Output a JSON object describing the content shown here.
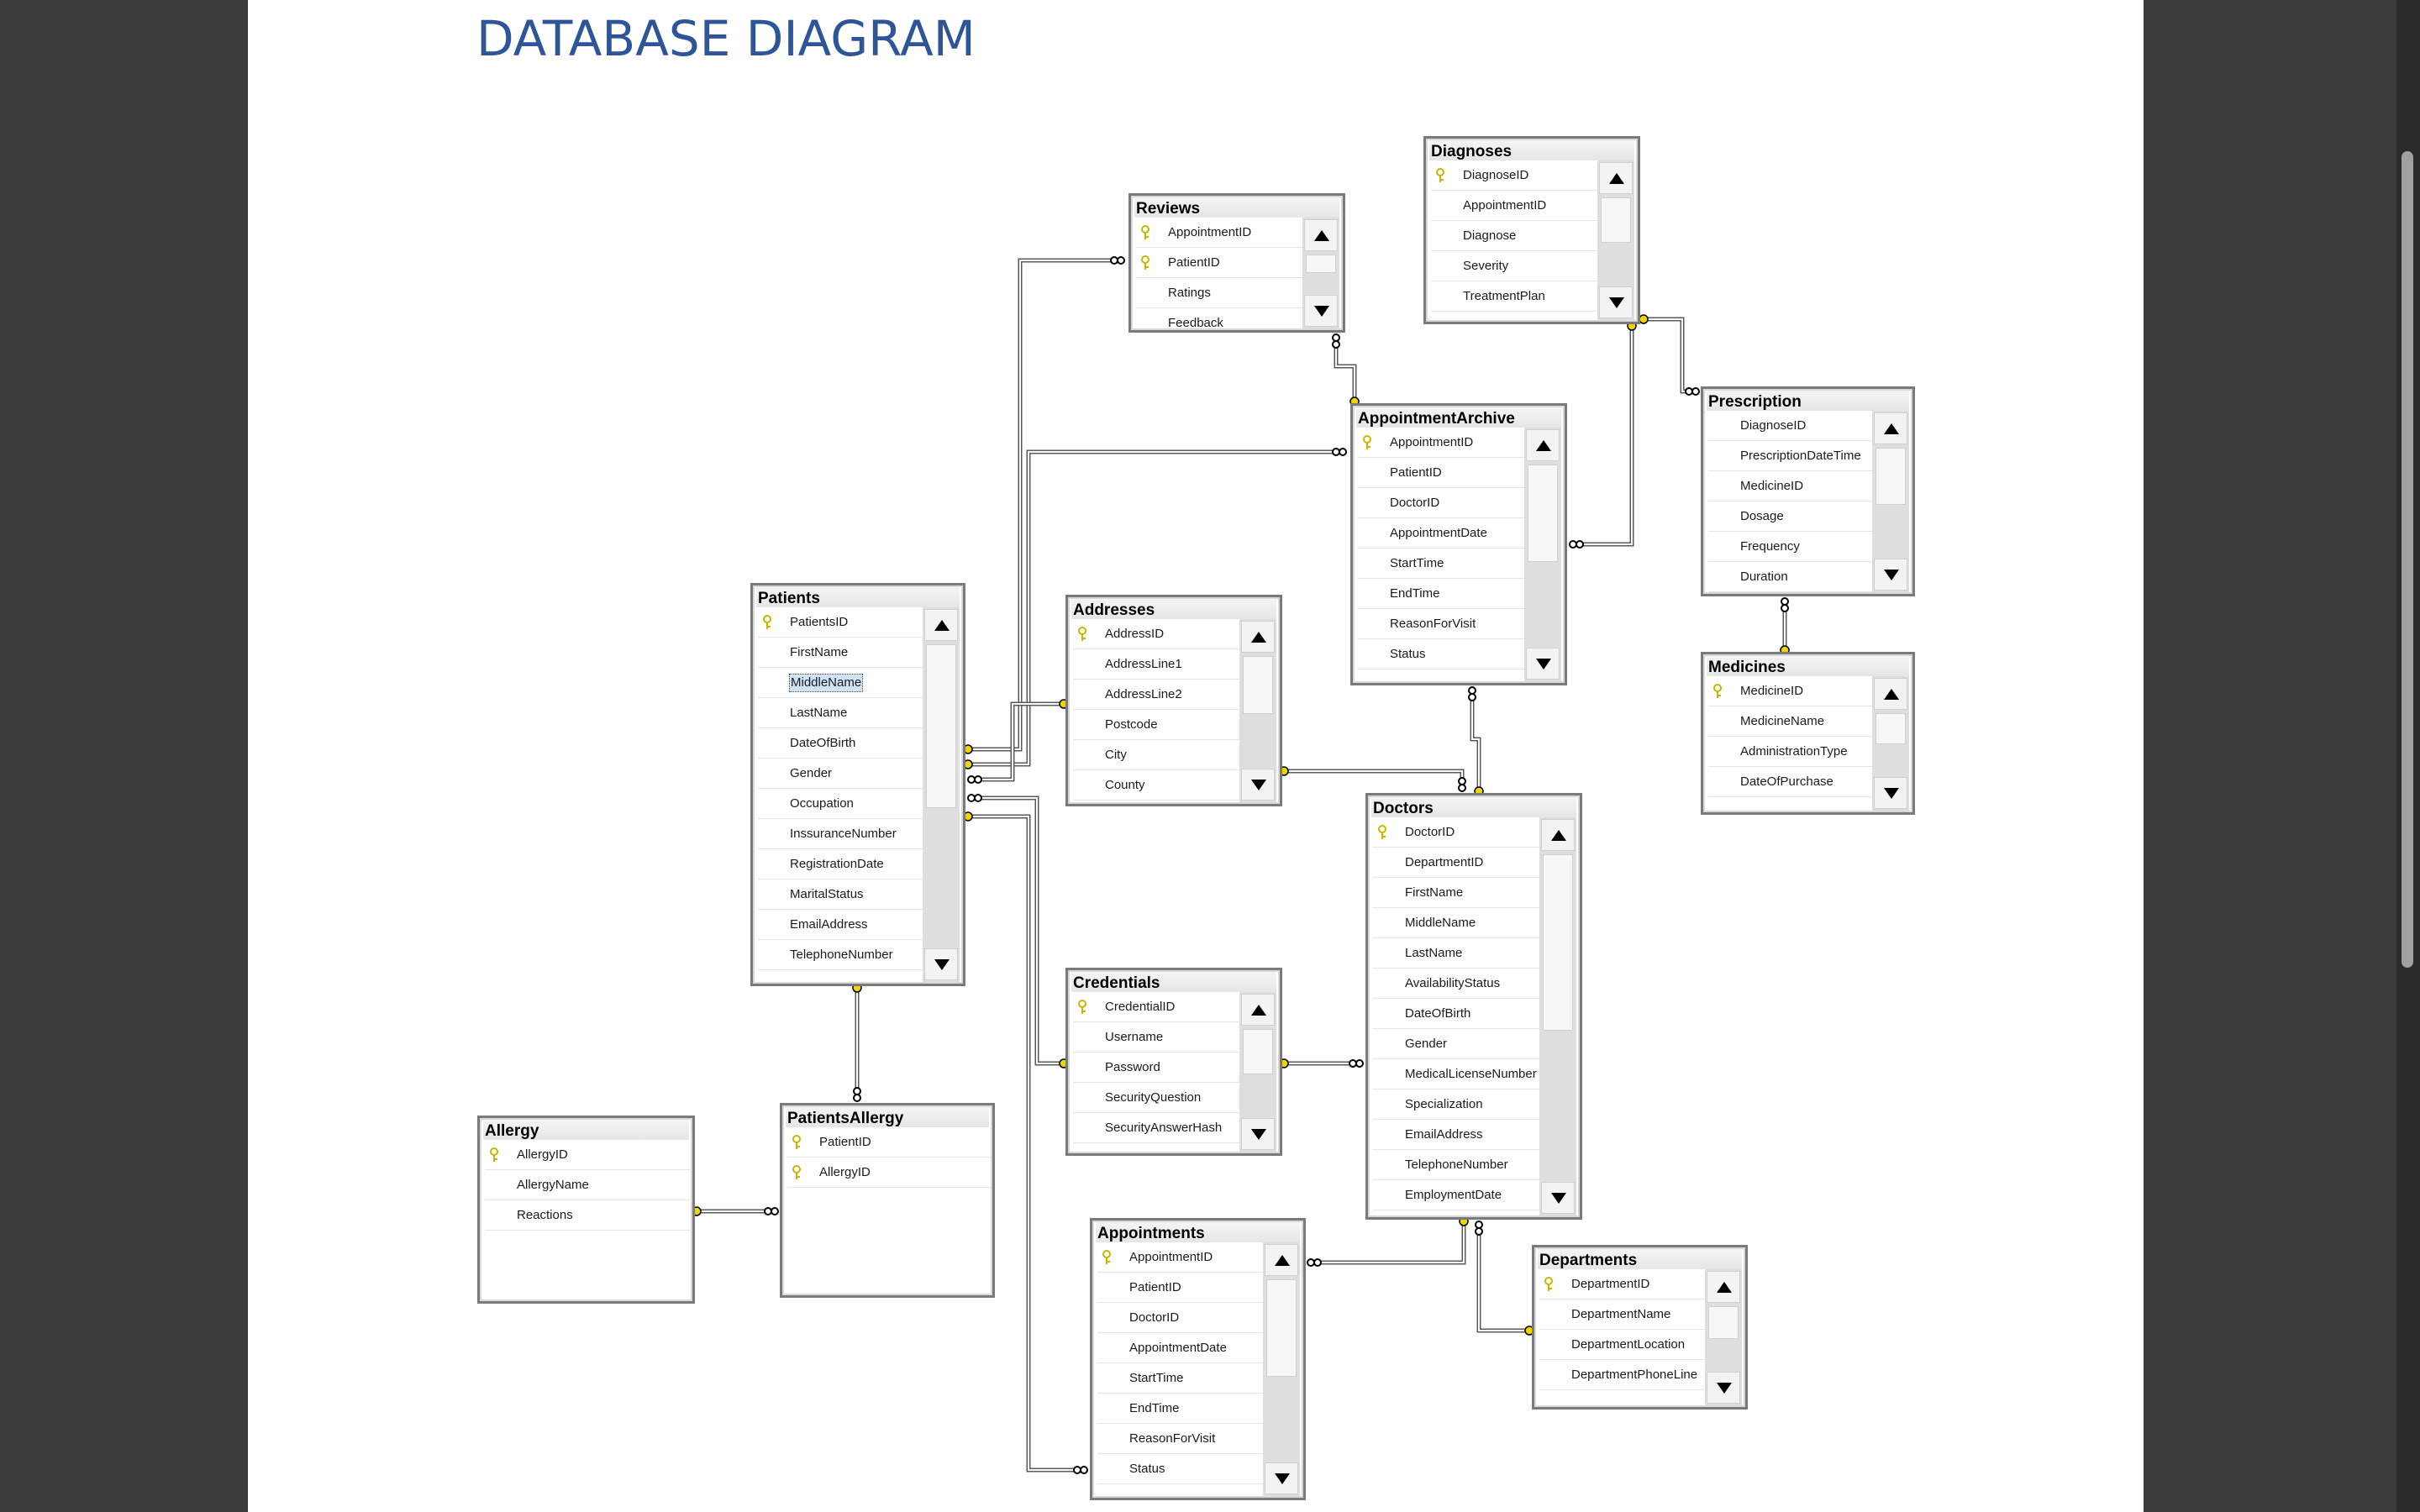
{
  "document": {
    "title": "DATABASE DIAGRAM"
  },
  "colors": {
    "title": "#2e5597",
    "key_icon": "#c9b400",
    "connector": "#5a5a5a",
    "connector_end": "#f0d400"
  },
  "tables": [
    {
      "id": "reviews",
      "name": "Reviews",
      "columns": [
        {
          "name": "AppointmentID",
          "key": true
        },
        {
          "name": "PatientID",
          "key": true
        },
        {
          "name": "Ratings",
          "key": false
        },
        {
          "name": "Feedback",
          "key": false
        }
      ]
    },
    {
      "id": "diagnoses",
      "name": "Diagnoses",
      "columns": [
        {
          "name": "DiagnoseID",
          "key": true
        },
        {
          "name": "AppointmentID",
          "key": false
        },
        {
          "name": "Diagnose",
          "key": false
        },
        {
          "name": "Severity",
          "key": false
        },
        {
          "name": "TreatmentPlan",
          "key": false
        }
      ]
    },
    {
      "id": "prescription",
      "name": "Prescription",
      "columns": [
        {
          "name": "DiagnoseID",
          "key": false
        },
        {
          "name": "PrescriptionDateTime",
          "key": false
        },
        {
          "name": "MedicineID",
          "key": false
        },
        {
          "name": "Dosage",
          "key": false
        },
        {
          "name": "Frequency",
          "key": false
        },
        {
          "name": "Duration",
          "key": false
        }
      ]
    },
    {
      "id": "appointmentarchive",
      "name": "AppointmentArchive",
      "columns": [
        {
          "name": "AppointmentID",
          "key": true
        },
        {
          "name": "PatientID",
          "key": false
        },
        {
          "name": "DoctorID",
          "key": false
        },
        {
          "name": "AppointmentDate",
          "key": false
        },
        {
          "name": "StartTime",
          "key": false
        },
        {
          "name": "EndTime",
          "key": false
        },
        {
          "name": "ReasonForVisit",
          "key": false
        },
        {
          "name": "Status",
          "key": false
        }
      ]
    },
    {
      "id": "medicines",
      "name": "Medicines",
      "columns": [
        {
          "name": "MedicineID",
          "key": true
        },
        {
          "name": "MedicineName",
          "key": false
        },
        {
          "name": "AdministrationType",
          "key": false
        },
        {
          "name": "DateOfPurchase",
          "key": false
        }
      ]
    },
    {
      "id": "patients",
      "name": "Patients",
      "columns": [
        {
          "name": "PatientsID",
          "key": true
        },
        {
          "name": "FirstName",
          "key": false
        },
        {
          "name": "MiddleName",
          "key": false,
          "selected": true
        },
        {
          "name": "LastName",
          "key": false
        },
        {
          "name": "DateOfBirth",
          "key": false
        },
        {
          "name": "Gender",
          "key": false
        },
        {
          "name": "Occupation",
          "key": false
        },
        {
          "name": "InssuranceNumber",
          "key": false
        },
        {
          "name": "RegistrationDate",
          "key": false
        },
        {
          "name": "MaritalStatus",
          "key": false
        },
        {
          "name": "EmailAddress",
          "key": false
        },
        {
          "name": "TelephoneNumber",
          "key": false
        }
      ]
    },
    {
      "id": "addresses",
      "name": "Addresses",
      "columns": [
        {
          "name": "AddressID",
          "key": true
        },
        {
          "name": "AddressLine1",
          "key": false
        },
        {
          "name": "AddressLine2",
          "key": false
        },
        {
          "name": "Postcode",
          "key": false
        },
        {
          "name": "City",
          "key": false
        },
        {
          "name": "County",
          "key": false
        }
      ]
    },
    {
      "id": "doctors",
      "name": "Doctors",
      "columns": [
        {
          "name": "DoctorID",
          "key": true
        },
        {
          "name": "DepartmentID",
          "key": false
        },
        {
          "name": "FirstName",
          "key": false
        },
        {
          "name": "MiddleName",
          "key": false
        },
        {
          "name": "LastName",
          "key": false
        },
        {
          "name": "AvailabilityStatus",
          "key": false
        },
        {
          "name": "DateOfBirth",
          "key": false
        },
        {
          "name": "Gender",
          "key": false
        },
        {
          "name": "MedicalLicenseNumber",
          "key": false
        },
        {
          "name": "Specialization",
          "key": false
        },
        {
          "name": "EmailAddress",
          "key": false
        },
        {
          "name": "TelephoneNumber",
          "key": false
        },
        {
          "name": "EmploymentDate",
          "key": false
        }
      ]
    },
    {
      "id": "credentials",
      "name": "Credentials",
      "columns": [
        {
          "name": "CredentialID",
          "key": true
        },
        {
          "name": "Username",
          "key": false
        },
        {
          "name": "Password",
          "key": false
        },
        {
          "name": "SecurityQuestion",
          "key": false
        },
        {
          "name": "SecurityAnswerHash",
          "key": false
        }
      ]
    },
    {
      "id": "allergy",
      "name": "Allergy",
      "columns": [
        {
          "name": "AllergyID",
          "key": true
        },
        {
          "name": "AllergyName",
          "key": false
        },
        {
          "name": "Reactions",
          "key": false
        }
      ]
    },
    {
      "id": "patientsallergy",
      "name": "PatientsAllergy",
      "columns": [
        {
          "name": "PatientID",
          "key": true
        },
        {
          "name": "AllergyID",
          "key": true
        }
      ]
    },
    {
      "id": "appointments",
      "name": "Appointments",
      "columns": [
        {
          "name": "AppointmentID",
          "key": true
        },
        {
          "name": "PatientID",
          "key": false
        },
        {
          "name": "DoctorID",
          "key": false
        },
        {
          "name": "AppointmentDate",
          "key": false
        },
        {
          "name": "StartTime",
          "key": false
        },
        {
          "name": "EndTime",
          "key": false
        },
        {
          "name": "ReasonForVisit",
          "key": false
        },
        {
          "name": "Status",
          "key": false
        }
      ]
    },
    {
      "id": "departments",
      "name": "Departments",
      "columns": [
        {
          "name": "DepartmentID",
          "key": true
        },
        {
          "name": "DepartmentName",
          "key": false
        },
        {
          "name": "DepartmentLocation",
          "key": false
        },
        {
          "name": "DepartmentPhoneLine",
          "key": false
        }
      ]
    }
  ],
  "relationships": [
    {
      "from": "reviews",
      "to": "appointmentarchive"
    },
    {
      "from": "reviews",
      "to": "patients"
    },
    {
      "from": "appointmentarchive",
      "to": "patients"
    },
    {
      "from": "appointmentarchive",
      "to": "diagnoses"
    },
    {
      "from": "appointmentarchive",
      "to": "doctors"
    },
    {
      "from": "prescription",
      "to": "diagnoses"
    },
    {
      "from": "prescription",
      "to": "medicines"
    },
    {
      "from": "patients",
      "to": "addresses"
    },
    {
      "from": "doctors",
      "to": "addresses"
    },
    {
      "from": "patients",
      "to": "credentials"
    },
    {
      "from": "doctors",
      "to": "credentials"
    },
    {
      "from": "appointments",
      "to": "patients"
    },
    {
      "from": "appointments",
      "to": "doctors"
    },
    {
      "from": "doctors",
      "to": "departments"
    },
    {
      "from": "patientsallergy",
      "to": "patients"
    },
    {
      "from": "patientsallergy",
      "to": "allergy"
    }
  ]
}
